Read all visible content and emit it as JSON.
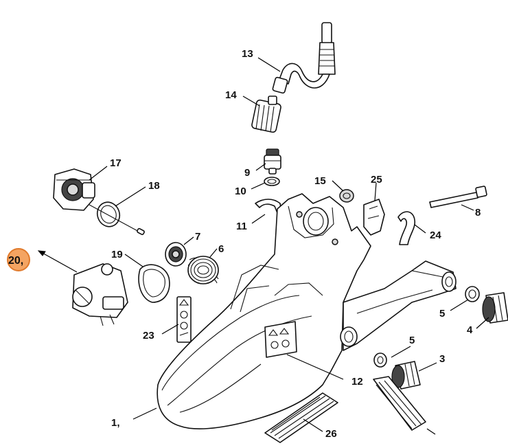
{
  "callouts": {
    "c1": "1,",
    "c3": "3",
    "c4": "4",
    "c5a": "5",
    "c5b": "5",
    "c6": "6",
    "c7": "7",
    "c8": "8",
    "c9": "9",
    "c10": "10",
    "c11": "11",
    "c12": "12",
    "c13": "13",
    "c14": "14",
    "c15": "15",
    "c17": "17",
    "c18": "18",
    "c19": "19",
    "c20": "20,",
    "c23": "23",
    "c24": "24",
    "c25": "25",
    "c26": "26"
  },
  "colors": {
    "highlight_badge": "#f4a462",
    "highlight_badge_stroke": "#e07a2c",
    "line": "#111111"
  }
}
